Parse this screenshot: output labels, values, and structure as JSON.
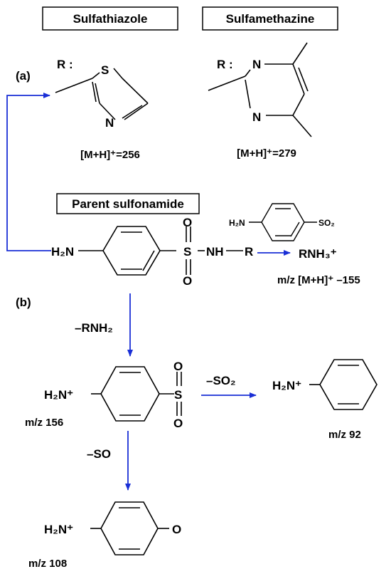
{
  "title_boxes": {
    "sulfathiazole": "Sulfathiazole",
    "sulfamethazine": "Sulfamethazine",
    "parent": "Parent sulfonamide"
  },
  "panel_labels": {
    "a": "(a)",
    "b": "(b)"
  },
  "r_label": "R :",
  "atoms": {
    "S": "S",
    "N": "N",
    "O": "O",
    "NH": "NH",
    "R": "R",
    "H2N": "H₂N",
    "H2N_plus": "H₂N⁺",
    "SO2_small": "SO₂",
    "RNH3": "RNH₃⁺"
  },
  "masses": {
    "sulfathiazole": "[M+H]⁺=256",
    "sulfamethazine": "[M+H]⁺=279",
    "rnh3": "m/z [M+H]⁺ –155",
    "mz156": "m/z 156",
    "mz92": "m/z 92",
    "mz108": "m/z 108"
  },
  "losses": {
    "rnh2": "–RNH₂",
    "so2": "–SO₂",
    "so": "–SO"
  },
  "colors": {
    "arrow": "#1a2fd6",
    "line": "#000000"
  }
}
